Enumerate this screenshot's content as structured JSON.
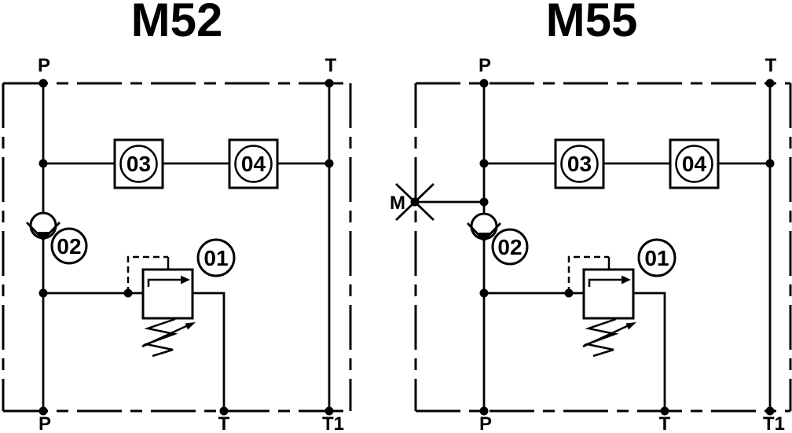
{
  "colors": {
    "line": "#000000",
    "background": "#ffffff"
  },
  "diagrams": [
    {
      "title": "M52",
      "ports": {
        "top_p": "P",
        "top_t": "T",
        "bottom_p": "P",
        "bottom_t": "T",
        "bottom_t1": "T1"
      },
      "callouts": {
        "relief_valve": "01",
        "check_valve": "02",
        "block_a": "03",
        "block_b": "04"
      }
    },
    {
      "title": "M55",
      "ports": {
        "top_p": "P",
        "top_t": "T",
        "bottom_p": "P",
        "bottom_t": "T",
        "bottom_t1": "T1",
        "gauge": "M"
      },
      "callouts": {
        "relief_valve": "01",
        "check_valve": "02",
        "block_a": "03",
        "block_b": "04"
      }
    }
  ]
}
